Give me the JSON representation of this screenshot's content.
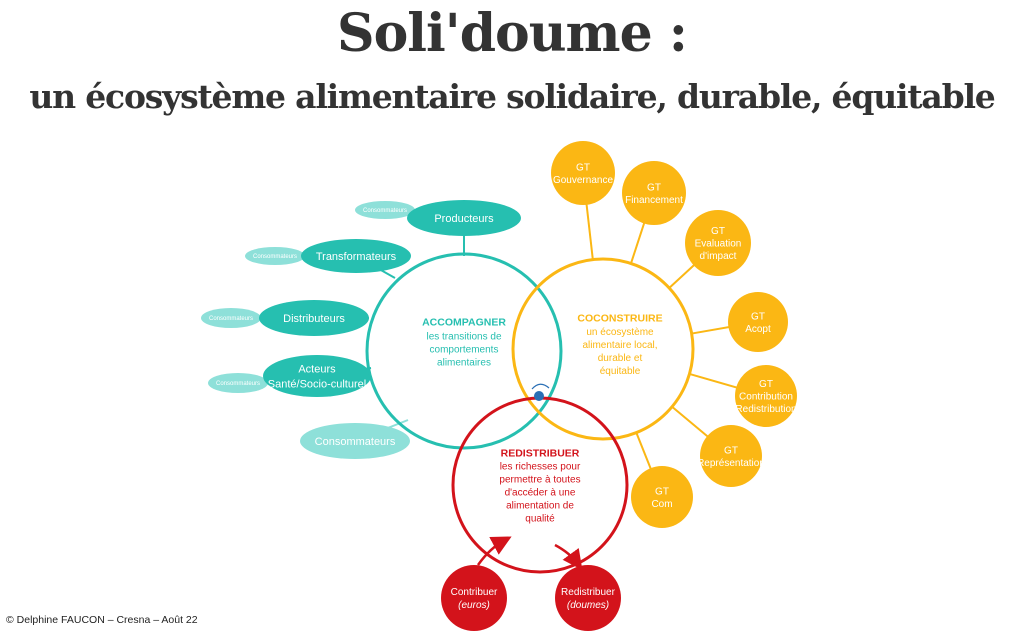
{
  "title": "Soli'doume :",
  "subtitle": "un écosystème alimentaire solidaire, durable, équitable",
  "footer": "© Delphine FAUCON – Cresna – Août 22",
  "colors": {
    "teal": "#26bfb0",
    "teal_light": "#8ee0d9",
    "yellow": "#fbb714",
    "red": "#d3131b",
    "title": "#333333"
  },
  "circles": {
    "accompagner": {
      "heading": "ACCOMPAGNER",
      "lines": [
        "les transitions de",
        "comportements",
        "alimentaires"
      ]
    },
    "coconstruire": {
      "heading": "COCONSTRUIRE",
      "lines": [
        "un écosystème",
        "alimentaire local,",
        "durable et",
        "équitable"
      ]
    },
    "redistribuer": {
      "heading": "REDISTRIBUER",
      "lines": [
        "les richesses pour",
        "permettre à toutes",
        "d'accéder à une",
        "alimentation de",
        "qualité"
      ]
    }
  },
  "teal_nodes": [
    {
      "lines": [
        "Producteurs"
      ],
      "tag": "Consommateurs"
    },
    {
      "lines": [
        "Transformateurs"
      ],
      "tag": "Consommateurs"
    },
    {
      "lines": [
        "Distributeurs"
      ],
      "tag": "Consommateurs"
    },
    {
      "lines": [
        "Acteurs",
        "Santé/Socio-culturel"
      ],
      "tag": "Consommateurs"
    },
    {
      "lines": [
        "Consommateurs"
      ]
    }
  ],
  "gt_nodes": [
    {
      "lines": [
        "GT",
        "Gouvernance"
      ]
    },
    {
      "lines": [
        "GT",
        "Financement"
      ]
    },
    {
      "lines": [
        "GT",
        "Evaluation",
        "d'impact"
      ]
    },
    {
      "lines": [
        "GT",
        "Acopt"
      ]
    },
    {
      "lines": [
        "GT",
        "Contribution",
        "Redistribution"
      ]
    },
    {
      "lines": [
        "GT",
        "Représentation"
      ]
    },
    {
      "lines": [
        "GT",
        "Com"
      ]
    }
  ],
  "red_nodes": [
    {
      "lines": [
        "Contribuer"
      ],
      "italic": "(euros)"
    },
    {
      "lines": [
        "Redistribuer"
      ],
      "italic": "(doumes)"
    }
  ]
}
